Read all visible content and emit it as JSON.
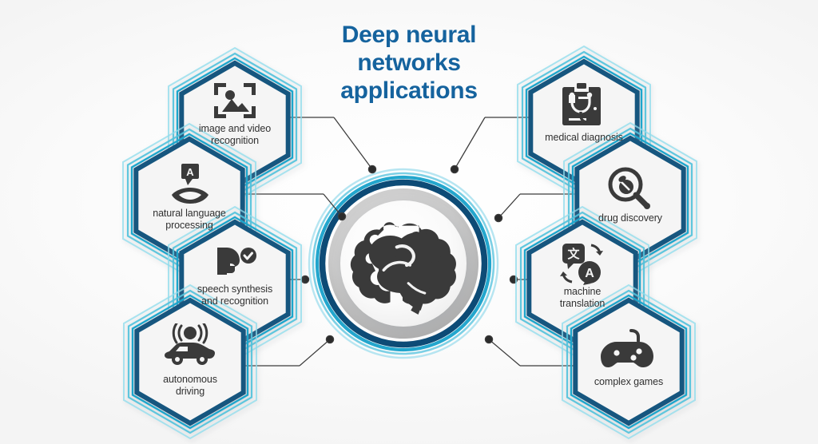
{
  "title": {
    "line1": "Deep neural",
    "line2": "networks",
    "line3": "applications",
    "full": "Deep neural networks applications",
    "color": "#15639e"
  },
  "center": {
    "icon": "brain-icon",
    "ring_outer_color": "#8fd8e8",
    "ring_mid_color": "#1fa9cf",
    "ring_inner_color": "#0f4c77",
    "disc_color": "#f7f7f7"
  },
  "theme": {
    "hex_border_dark": "#15567f",
    "hex_outline_cyan": "#49c3de",
    "hex_fill": "#f5f5f5",
    "connector_color": "#3c3c3c",
    "label_color": "#313131",
    "background": "#f7f7f7"
  },
  "nodes": [
    {
      "id": "image-and-video-recognition",
      "label": "image and video\nrecognition",
      "icon": "image-frame-icon",
      "side": "left"
    },
    {
      "id": "natural-language-processing",
      "label": "natural language\nprocessing",
      "icon": "lips-speech-bubble-icon",
      "side": "left"
    },
    {
      "id": "speech-synthesis-and-recognition",
      "label": "speech synthesis\nand recognition",
      "icon": "head-profile-check-icon",
      "side": "left"
    },
    {
      "id": "autonomous-driving",
      "label": "autonomous\ndriving",
      "icon": "car-sensor-icon",
      "side": "left"
    },
    {
      "id": "medical-diagnosis",
      "label": "medical diagnosis",
      "icon": "clipboard-stethoscope-icon",
      "side": "right"
    },
    {
      "id": "drug-discovery",
      "label": "drug discovery",
      "icon": "magnifier-pill-icon",
      "side": "right"
    },
    {
      "id": "machine-translation",
      "label": "machine\ntranslation",
      "icon": "translate-bubbles-icon",
      "side": "right"
    },
    {
      "id": "complex-games",
      "label": "complex games",
      "icon": "gamepad-icon",
      "side": "right"
    }
  ]
}
